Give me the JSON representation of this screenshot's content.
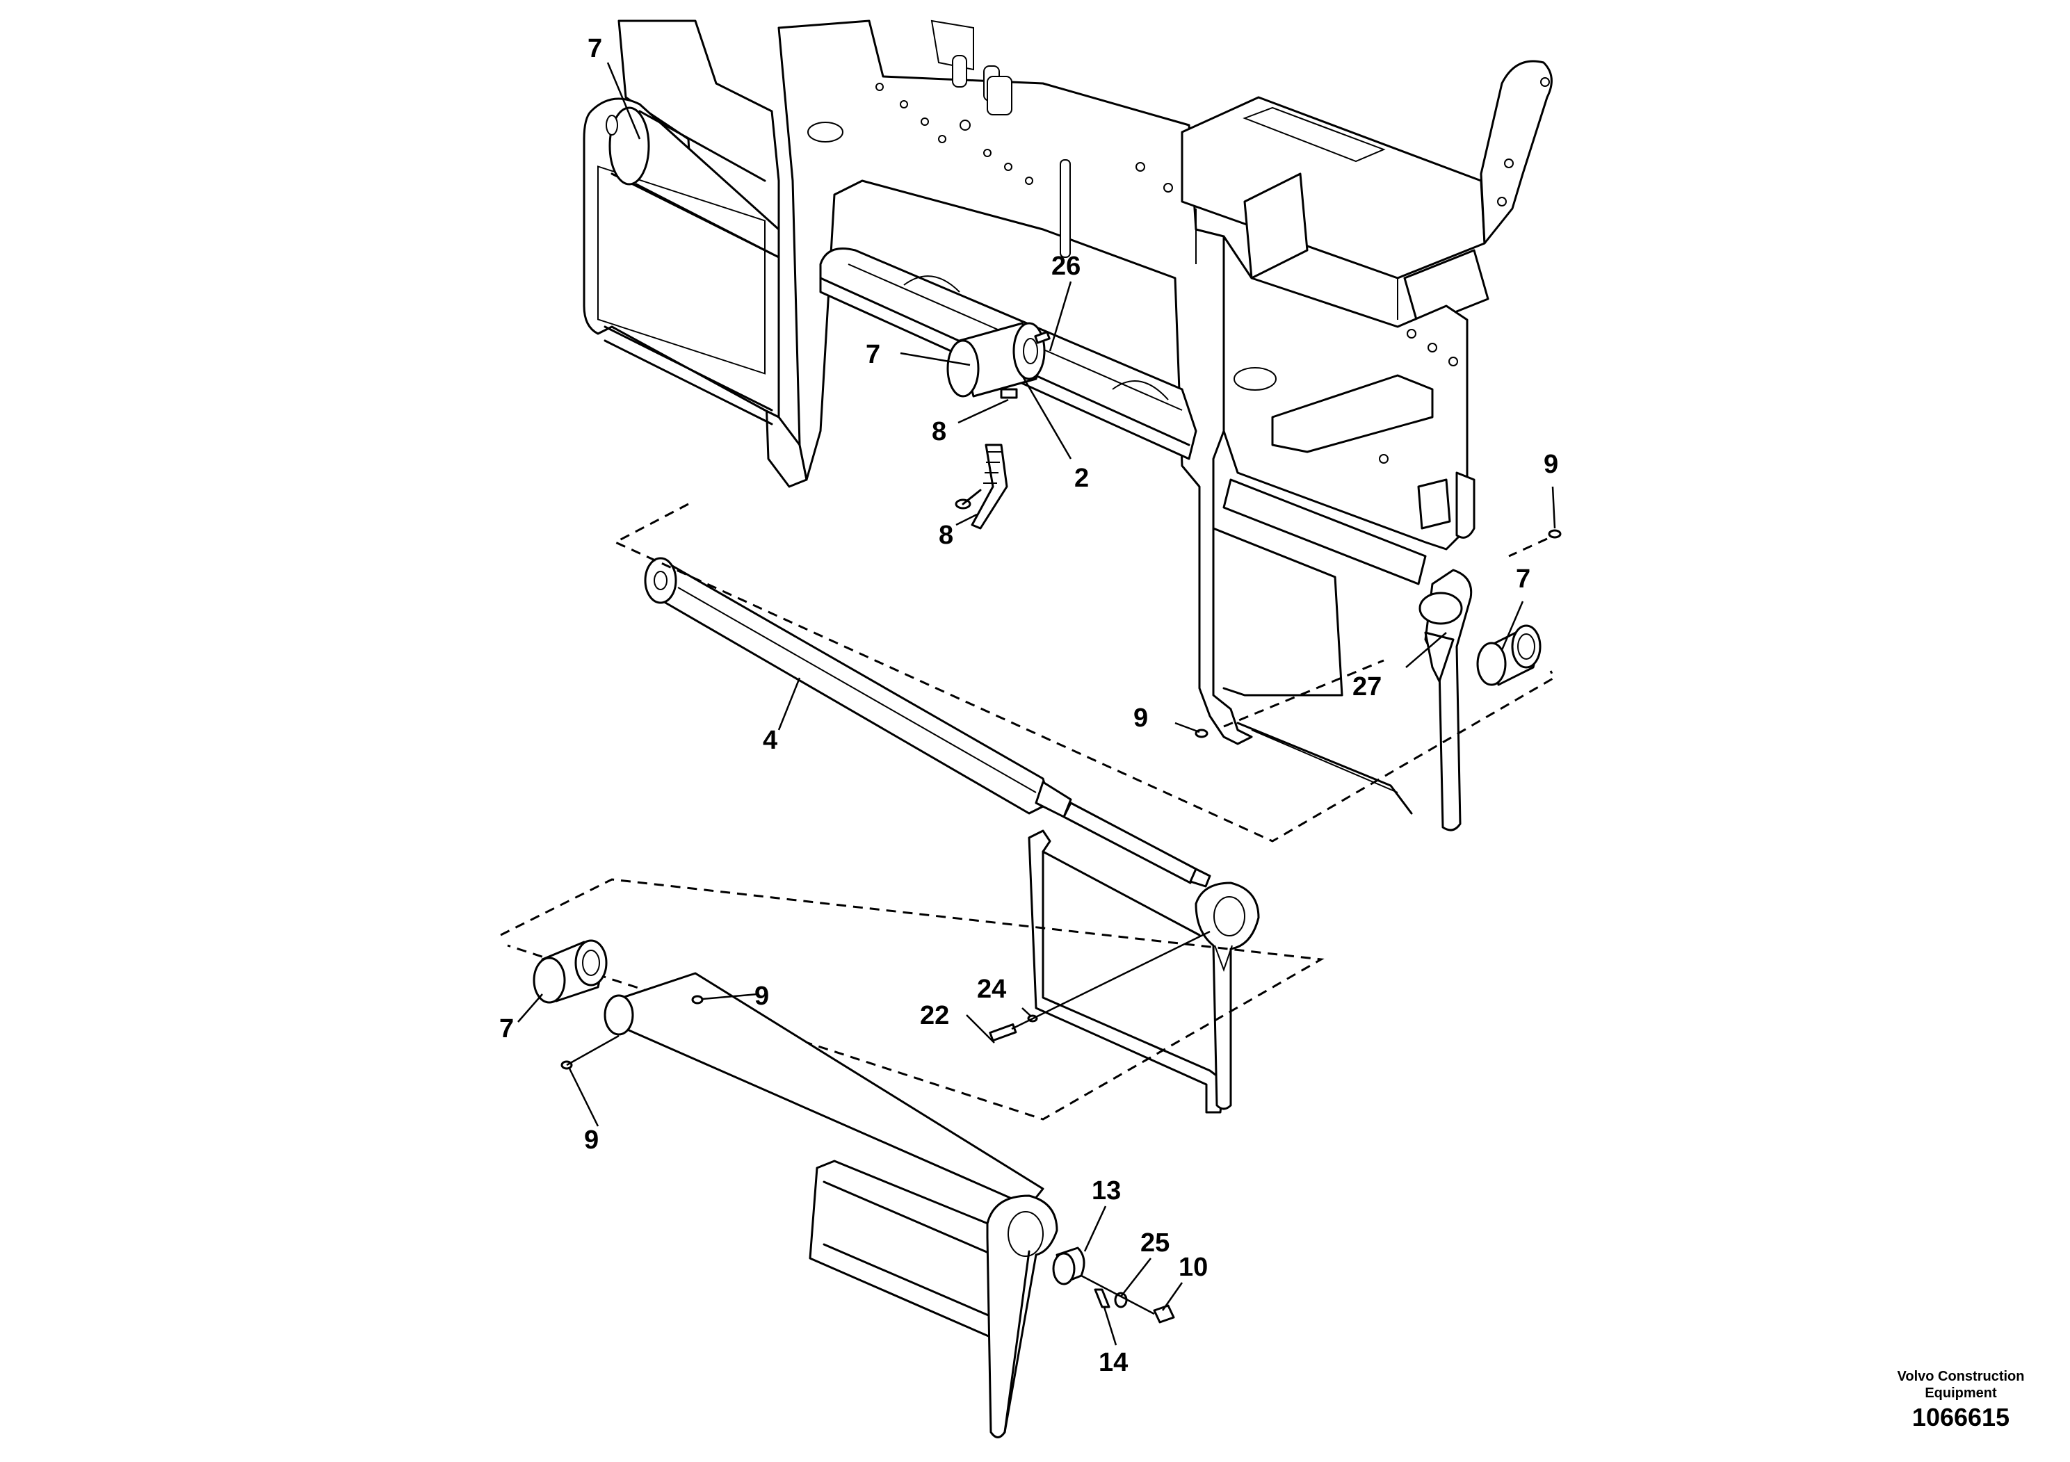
{
  "diagram": {
    "callouts": [
      {
        "id": "c7a",
        "label": "7"
      },
      {
        "id": "c26",
        "label": "26"
      },
      {
        "id": "c7b",
        "label": "7"
      },
      {
        "id": "c8a",
        "label": "8"
      },
      {
        "id": "c2",
        "label": "2"
      },
      {
        "id": "c8b",
        "label": "8"
      },
      {
        "id": "c9a",
        "label": "9"
      },
      {
        "id": "c7c",
        "label": "7"
      },
      {
        "id": "c27",
        "label": "27"
      },
      {
        "id": "c9b",
        "label": "9"
      },
      {
        "id": "c4",
        "label": "4"
      },
      {
        "id": "c24",
        "label": "24"
      },
      {
        "id": "c22",
        "label": "22"
      },
      {
        "id": "c9c",
        "label": "9"
      },
      {
        "id": "c7d",
        "label": "7"
      },
      {
        "id": "c9d",
        "label": "9"
      },
      {
        "id": "c13",
        "label": "13"
      },
      {
        "id": "c25",
        "label": "25"
      },
      {
        "id": "c10",
        "label": "10"
      },
      {
        "id": "c14",
        "label": "14"
      }
    ]
  },
  "caption": {
    "brand": "Volvo Construction Equipment",
    "figure_number": "1066615"
  }
}
